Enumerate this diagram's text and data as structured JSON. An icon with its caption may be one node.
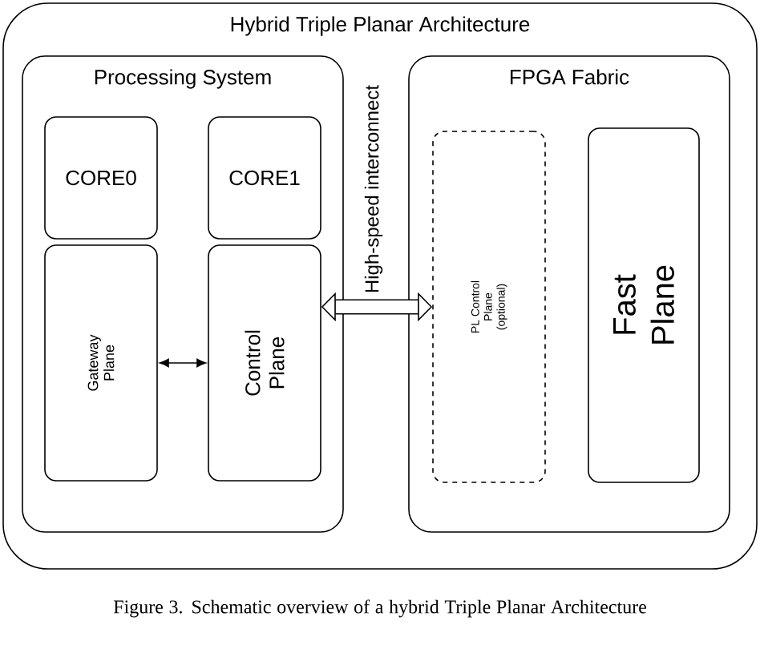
{
  "diagram": {
    "caption": "Figure 3. Schematic overview of a hybrid Triple Planar Architecture",
    "nodes": [
      {
        "text": [
          "Hybrid Triple Planar Architecture"
        ]
      },
      {
        "text": [
          "Processing System"
        ],
        "in": 0
      },
      {
        "text": [
          "CORE0"
        ],
        "in": 1
      },
      {
        "text": [
          "CORE1"
        ],
        "in": 1
      },
      {
        "text": [
          "Gateway Plane"
        ],
        "in": 1
      },
      {
        "text": [
          "Control Plane"
        ],
        "in": 1
      },
      {
        "text": [
          "FPGA Fabric"
        ],
        "in": 0
      },
      {
        "text": [
          "PL Control Plane (optional)"
        ],
        "in": 6
      },
      {
        "text": [
          "Fast Plane"
        ],
        "in": 6
      }
    ],
    "edges": [
      {
        "from": 4,
        "to": 5,
        "arrow": "both"
      },
      {
        "from": 5,
        "to": 7,
        "arrow": "both",
        "style": "thick",
        "label": "High-speed interconnect"
      }
    ]
  }
}
